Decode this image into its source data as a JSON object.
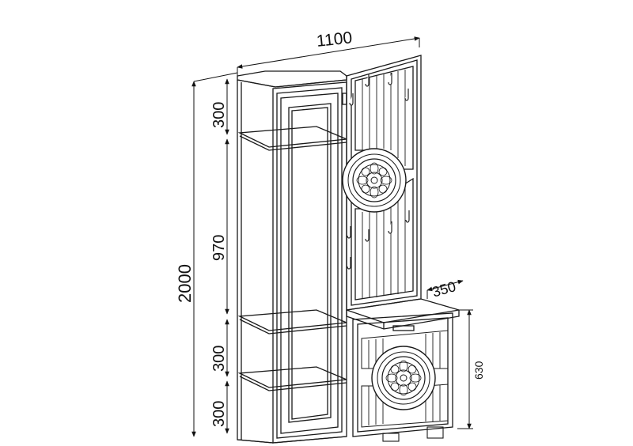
{
  "dimensions": {
    "total_width": "1100",
    "total_height": "2000",
    "depth": "350",
    "section_top": "300",
    "section_middle": "970",
    "section_lower": "300",
    "section_bottom": "300",
    "bench_height": "630"
  }
}
